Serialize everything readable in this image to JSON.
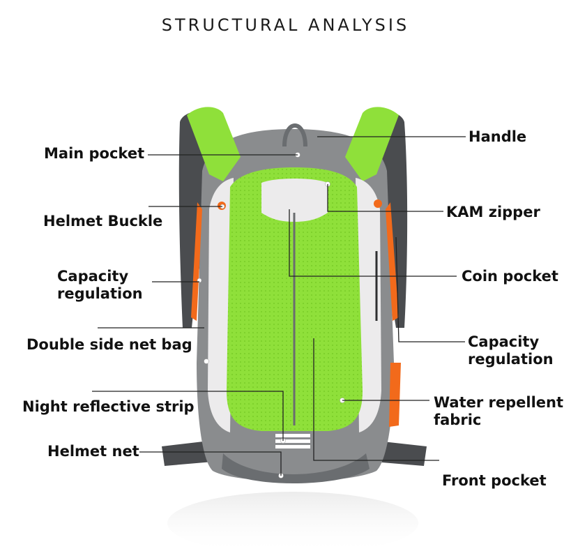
{
  "title": "STRUCTURAL ANALYSIS",
  "labels": {
    "main_pocket": "Main pocket",
    "helmet_buckle": "Helmet Buckle",
    "capacity_regulation_left_1": "Capacity",
    "capacity_regulation_left_2": "regulation",
    "double_side_net_bag": "Double side net bag",
    "night_reflective_strip": "Night reflective strip",
    "helmet_net": "Helmet net",
    "handle": "Handle",
    "kam_zipper": "KAM zipper",
    "coin_pocket": "Coin pocket",
    "capacity_regulation_right_1": "Capacity",
    "capacity_regulation_right_2": "regulation",
    "water_repellent_1": "Water repellent",
    "water_repellent_2": "fabric",
    "front_pocket": "Front pocket"
  },
  "colors": {
    "lime": "#8fe03a",
    "lime_dark": "#6fc421",
    "gray": "#8a8c8e",
    "dark_gray": "#4a4c4f",
    "white_panel": "#ecebec",
    "orange": "#f26a1b",
    "text": "#111111",
    "line": "#222222"
  }
}
